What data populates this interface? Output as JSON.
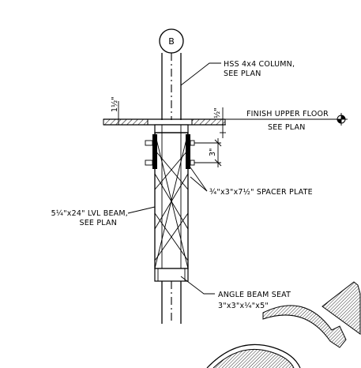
{
  "grid_bubble": {
    "label": "B"
  },
  "notes": {
    "column_line1": "HSS 4x4 COLUMN,",
    "column_line2": "SEE PLAN",
    "floor_line1": "FINISH UPPER FLOOR",
    "floor_line2": "SEE PLAN",
    "beam_line1": "5¼\"x24\" LVL BEAM,",
    "beam_line2": "SEE PLAN",
    "spacer": "¾\"x3\"x7½\" SPACER PLATE",
    "seat_line1": "ANGLE BEAM SEAT",
    "seat_line2": "3\"x3\"x¼\"x5\""
  },
  "dimensions": {
    "left_vertical": "1½\"",
    "right_vertical": "½\"",
    "bolt_spacing": "3\""
  }
}
